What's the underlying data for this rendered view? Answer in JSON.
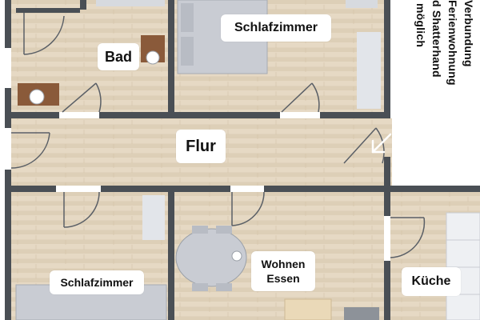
{
  "colors": {
    "wall": "#4a4f55",
    "floor_light": "#e6d9c4",
    "floor_dark": "#d9c8ae",
    "door": "#5a5f66",
    "furniture": "#c9ccd3",
    "cabinet": "#8a5a3a",
    "label_bg": "#ffffff"
  },
  "rooms": {
    "bad": "Bad",
    "schlafzimmer_top": "Schlafzimmer",
    "flur": "Flur",
    "schlafzimmer_bottom": "Schlafzimmer",
    "wohnen_line1": "Wohnen",
    "wohnen_line2": "Essen",
    "kueche": "Küche"
  },
  "note": {
    "line1": "Verbundung",
    "line2": "Ferienwohnung",
    "line3": "d Shatterhand",
    "line4": "möglich"
  },
  "icons": {
    "entrance": "diagonal-arrow-icon"
  }
}
